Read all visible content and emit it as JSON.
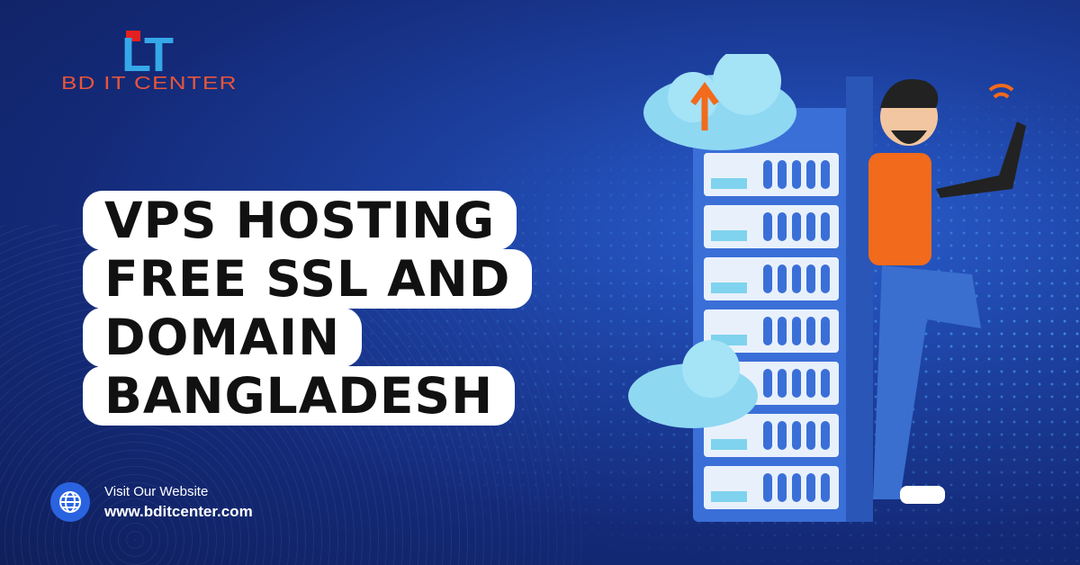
{
  "brand": {
    "logo_mark": "LT",
    "name": "BD IT CENTER"
  },
  "headline": {
    "lines": [
      "VPS HOSTING",
      "FREE SSL AND",
      "DOMAIN",
      "BANGLADESH"
    ]
  },
  "footer": {
    "icon": "globe-icon",
    "label": "Visit Our Website",
    "url": "www.bditcenter.com"
  },
  "colors": {
    "background": "#1c3f9e",
    "accent": "#35a8e8",
    "logo_text": "#e8553a"
  }
}
